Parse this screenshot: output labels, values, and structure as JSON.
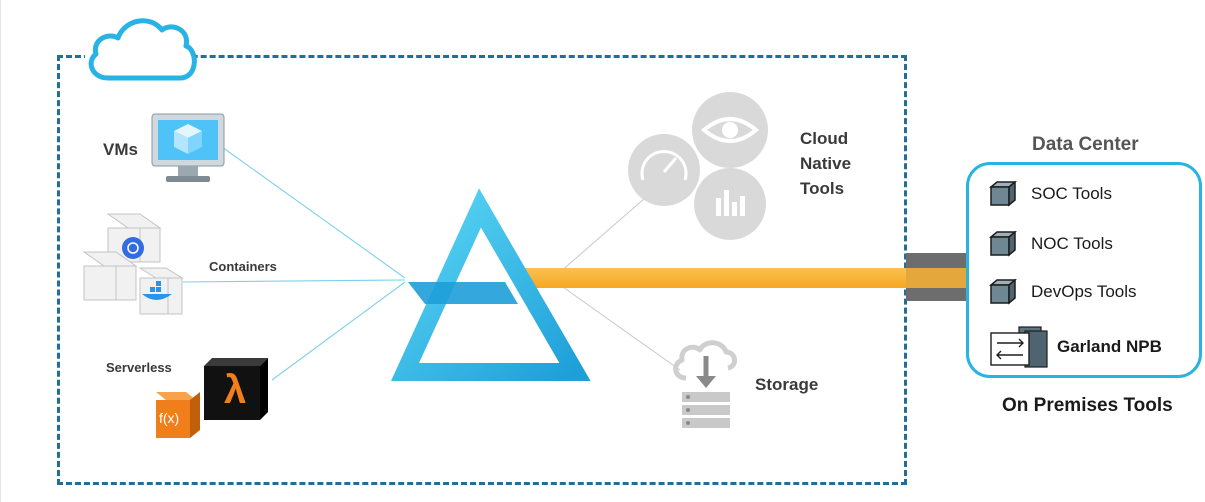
{
  "diagram": {
    "labels": {
      "vms": "VMs",
      "containers": "Containers",
      "serverless": "Serverless",
      "cloud_native": "Cloud\nNative\nTools",
      "storage": "Storage",
      "data_center": "Data Center",
      "on_premises": "On Premises Tools"
    },
    "serverless_icons": {
      "lambda": "λ",
      "function": "f(x)"
    },
    "data_center_tools": [
      {
        "label": "SOC Tools",
        "icon": "cube-icon"
      },
      {
        "label": "NOC Tools",
        "icon": "cube-icon"
      },
      {
        "label": "DevOps Tools",
        "icon": "cube-icon"
      },
      {
        "label": "Garland NPB",
        "icon": "npb-icon"
      }
    ],
    "colors": {
      "cloud_border": "#1f6f99",
      "cloud_icon": "#28b3e4",
      "triangle_light": "#5bd6f5",
      "triangle_dark": "#1e9fd8",
      "orange_link": "#f9b233",
      "connector_gray": "#6d6d6d",
      "dc_border": "#28b3e4",
      "tool_gray": "#c9c9c9",
      "lambda_bg": "#111111",
      "lambda_fg": "#f07f1b",
      "fx_bg": "#f07f1b"
    }
  }
}
